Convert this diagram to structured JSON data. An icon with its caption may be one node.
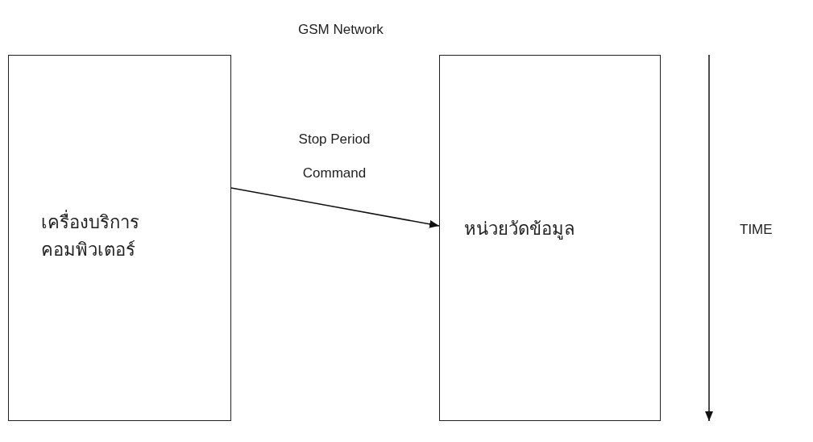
{
  "diagram": {
    "title": "GSM Network",
    "nodes": [
      {
        "text": [
          "เครื่องบริการคอมพิวเตอร์"
        ]
      },
      {
        "text": [
          "หน่วยวัดข้อมูล"
        ]
      }
    ],
    "edges": [
      {
        "from": 0,
        "to": 1,
        "arrow": "to",
        "label": "Stop Period Command"
      }
    ],
    "labels": [
      "TIME"
    ]
  }
}
